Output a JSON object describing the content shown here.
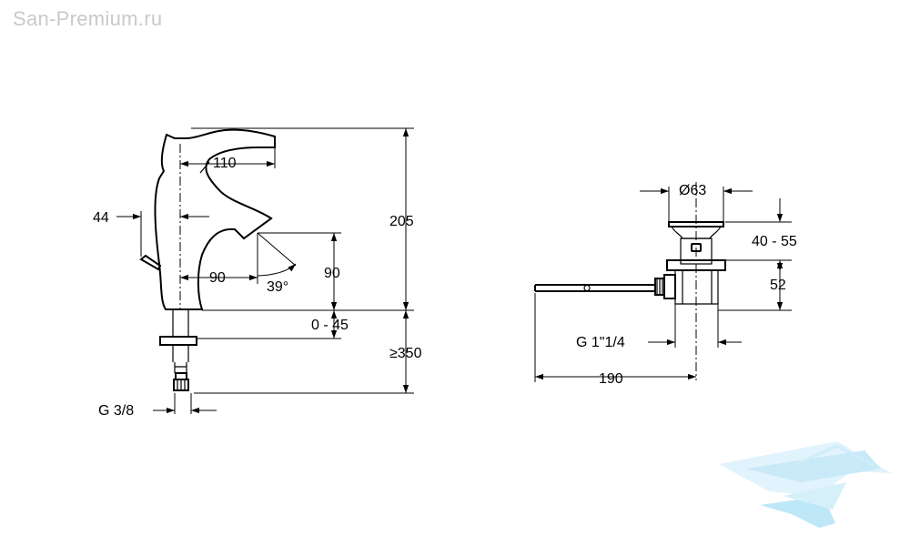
{
  "watermark": "San-Premium.ru",
  "colors": {
    "line": "#000000",
    "watermark_text": "#c9c9c9",
    "logo": "#a9dff5"
  },
  "faucet_dims": {
    "height_total": "205",
    "spout_reach": "110",
    "lever_offset": "44",
    "spout_height": "90",
    "outlet_offset": "90",
    "angle": "39°",
    "deck_thickness": "0 - 45",
    "hose_length": "≥350",
    "thread": "G 3/8"
  },
  "drain_dims": {
    "diameter": "Ø63",
    "top_range": "40 - 55",
    "height": "52",
    "thread": "G 1\"1/4",
    "rod_length": "190"
  },
  "icons": {
    "logo": "boat-logo-icon"
  }
}
